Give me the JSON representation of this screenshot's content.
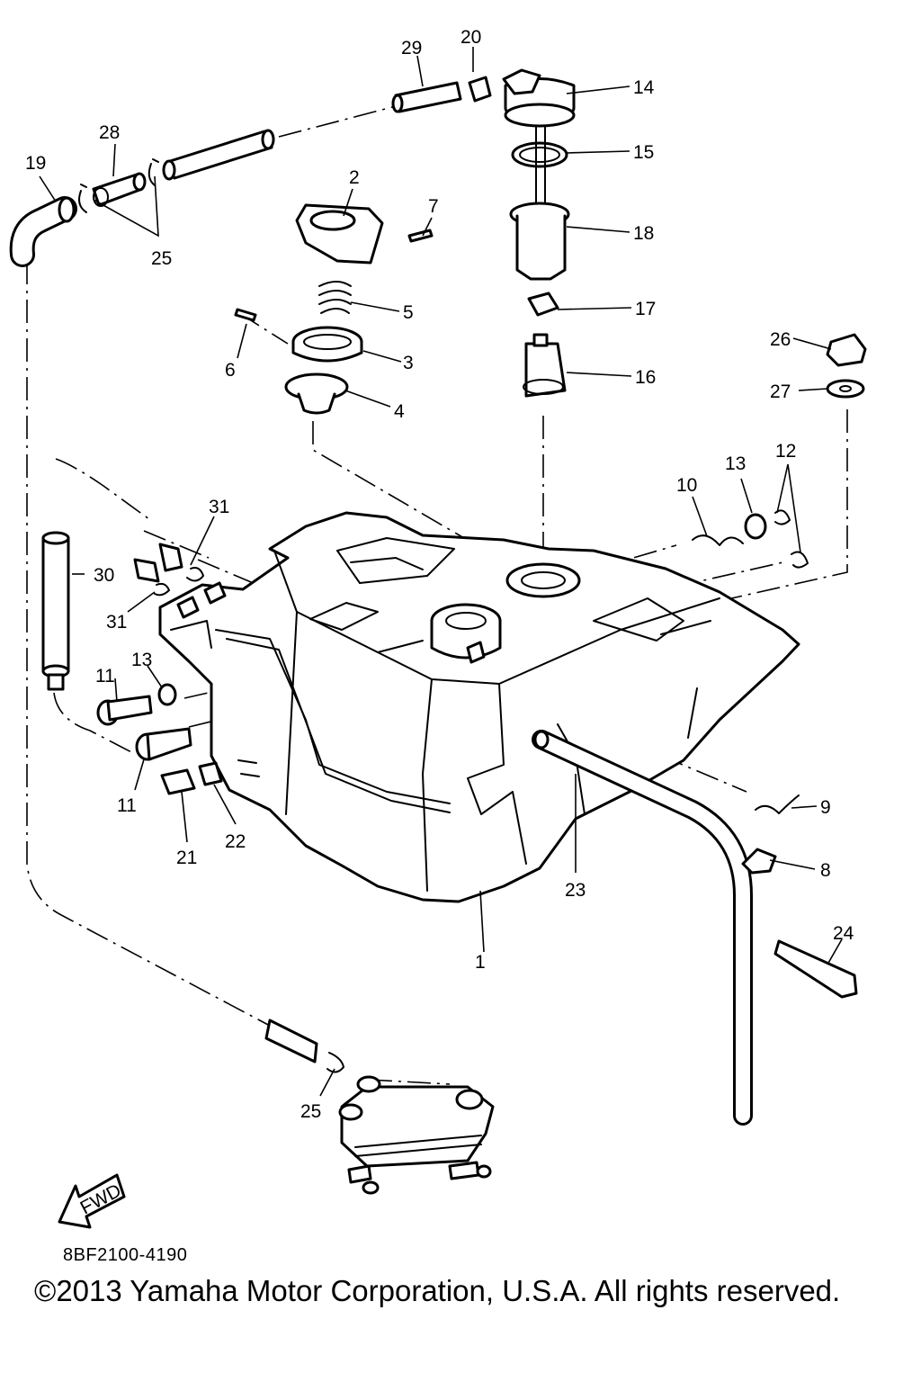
{
  "diagram": {
    "part_code": "8BF2100-4190",
    "copyright": "©2013 Yamaha Motor Corporation, U.S.A. All rights reserved.",
    "fwd_arrow_label": "FWD",
    "callouts": {
      "p1": "1",
      "p2": "2",
      "p3": "3",
      "p4": "4",
      "p5": "5",
      "p6": "6",
      "p7": "7",
      "p8": "8",
      "p9": "9",
      "p10": "10",
      "p11a": "11",
      "p11b": "11",
      "p12": "12",
      "p13a": "13",
      "p13b": "13",
      "p14": "14",
      "p15": "15",
      "p16": "16",
      "p17": "17",
      "p18": "18",
      "p19": "19",
      "p20": "20",
      "p21": "21",
      "p22": "22",
      "p23": "23",
      "p24": "24",
      "p25a": "25",
      "p25b": "25",
      "p26": "26",
      "p27": "27",
      "p28": "28",
      "p29": "29",
      "p30": "30",
      "p31a": "31",
      "p31b": "31"
    }
  }
}
